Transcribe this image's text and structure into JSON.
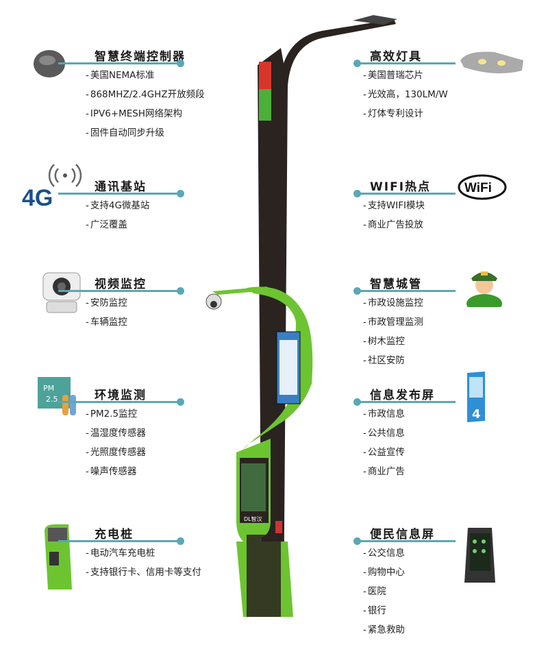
{
  "left": [
    {
      "title": "智慧终端控制器",
      "icon": "controller-icon",
      "items": [
        "美国NEMA标准",
        "868MHZ/2.4GHZ开放频段",
        "IPV6+MESH网络架构",
        "固件自动同步升级"
      ]
    },
    {
      "title": "通讯基站",
      "icon": "4g-signal-icon",
      "icon_text": "4G",
      "items": [
        "支持4G微基站",
        "广泛覆盖"
      ]
    },
    {
      "title": "视频监控",
      "icon": "camera-icon",
      "items": [
        "安防监控",
        "车辆监控"
      ]
    },
    {
      "title": "环境监测",
      "icon": "pm25-sensor-icon",
      "icon_text": "PM 2.5",
      "items": [
        "PM2.5监控",
        "温湿度传感器",
        "光照度传感器",
        "噪声传感器"
      ]
    },
    {
      "title": "充电桩",
      "icon": "charger-icon",
      "items": [
        "电动汽车充电桩",
        "支持银行卡、信用卡等支付"
      ]
    }
  ],
  "right": [
    {
      "title": "高效灯具",
      "icon": "street-lamp-icon",
      "items": [
        "美国普瑞芯片",
        "光效高，130LM/W",
        "灯体专利设计"
      ]
    },
    {
      "title": "WIFI热点",
      "icon": "wifi-icon",
      "icon_text": "WiFi",
      "items": [
        "支持WIFI模块",
        "商业广告投放"
      ]
    },
    {
      "title": "智慧城管",
      "icon": "officer-icon",
      "items": [
        "市政设施监控",
        "市政管理监测",
        "树木监控",
        "社区安防"
      ]
    },
    {
      "title": "信息发布屏",
      "icon": "display-banner-icon",
      "icon_text": "4",
      "items": [
        "市政信息",
        "公共信息",
        "公益宣传",
        "商业广告"
      ]
    },
    {
      "title": "便民信息屏",
      "icon": "kiosk-icon",
      "items": [
        "公交信息",
        "购物中心",
        "医院",
        "银行",
        "紧急救助"
      ]
    }
  ],
  "pole": {
    "brand": "DL智汉",
    "accent": "#6dc431",
    "pole_color": "#2a2320",
    "line_color": "#5aa8b4"
  }
}
